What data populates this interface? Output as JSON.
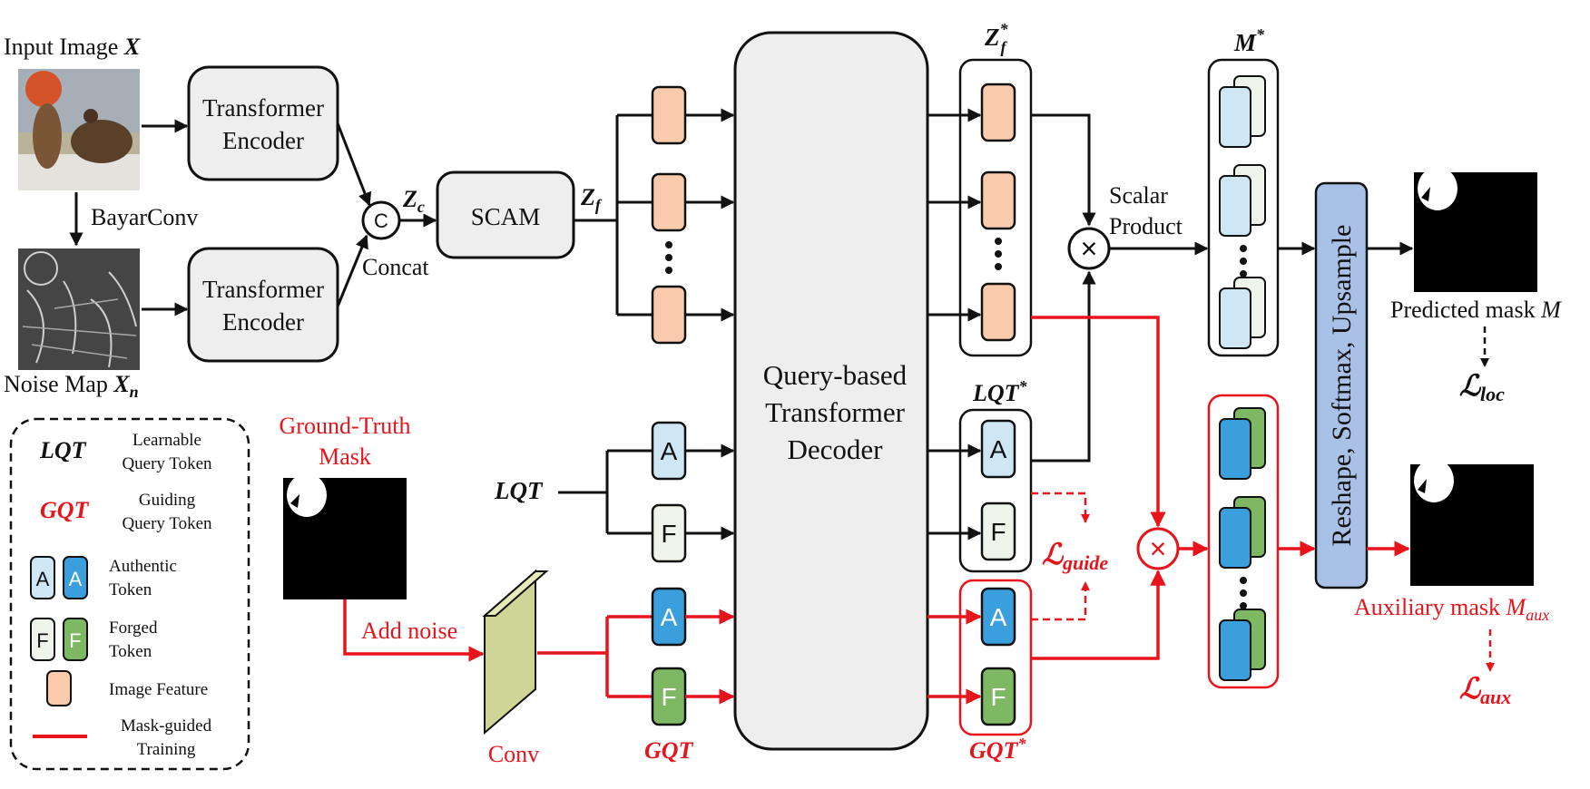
{
  "labels": {
    "input_image": "Input Image ",
    "input_image_sym": "X",
    "noise_map": "Noise Map ",
    "noise_map_sym": "X",
    "noise_map_sub": "n",
    "bayarconv": "BayarConv",
    "concat_symbol": "C",
    "concat": "Concat",
    "zc": "Z",
    "zc_sub": "c",
    "zf": "Z",
    "zf_sub": "f",
    "zf_star": "Z",
    "zf_star_sub": "f",
    "star": "*",
    "m_star": "M",
    "lqt_star": "LQT",
    "gqt_star": "GQT",
    "lqt": "LQT",
    "gqt": "GQT",
    "scalar_product_1": "Scalar",
    "scalar_product_2": "Product",
    "times": "×",
    "predicted_mask": "Predicted mask ",
    "predicted_mask_sym": "M",
    "aux_mask": "Auxiliary mask ",
    "aux_mask_sym": "M",
    "aux_mask_sub": "aux",
    "loss_symbol": "ℒ",
    "loss_loc": "loc",
    "loss_guide": "guide",
    "loss_aux": "aux",
    "gt_mask_1": "Ground-Truth",
    "gt_mask_2": "Mask",
    "add_noise": "Add noise",
    "conv": "Conv",
    "token_a": "A",
    "token_f": "F",
    "dots": "⋮"
  },
  "blocks": {
    "encoder_line1": "Transformer",
    "encoder_line2": "Encoder",
    "scam": "SCAM",
    "decoder_line1": "Query-based",
    "decoder_line2": "Transformer",
    "decoder_line3": "Decoder",
    "reshape": "Reshape, Softmax, Upsample"
  },
  "legend": {
    "lqt_sym": "LQT",
    "lqt_line1": "Learnable",
    "lqt_line2": "Query Token",
    "gqt_sym": "GQT",
    "gqt_line1": "Guiding",
    "gqt_line2": "Query Token",
    "auth_line1": "Authentic",
    "auth_line2": "Token",
    "forged_line1": "Forged",
    "forged_line2": "Token",
    "feature": "Image Feature",
    "mask_guided_line1": "Mask-guided",
    "mask_guided_line2": "Training"
  },
  "colors": {
    "red": "#e8141b",
    "feature": "#f9cbac",
    "light_blue": "#cfe6f5",
    "blue": "#3a9fdc",
    "light_green": "#eef4ea",
    "green": "#7eb862",
    "block_grey": "#eeeeee",
    "reshape_blue": "#a9c1e6",
    "conv_yellow": "#cfd497"
  }
}
